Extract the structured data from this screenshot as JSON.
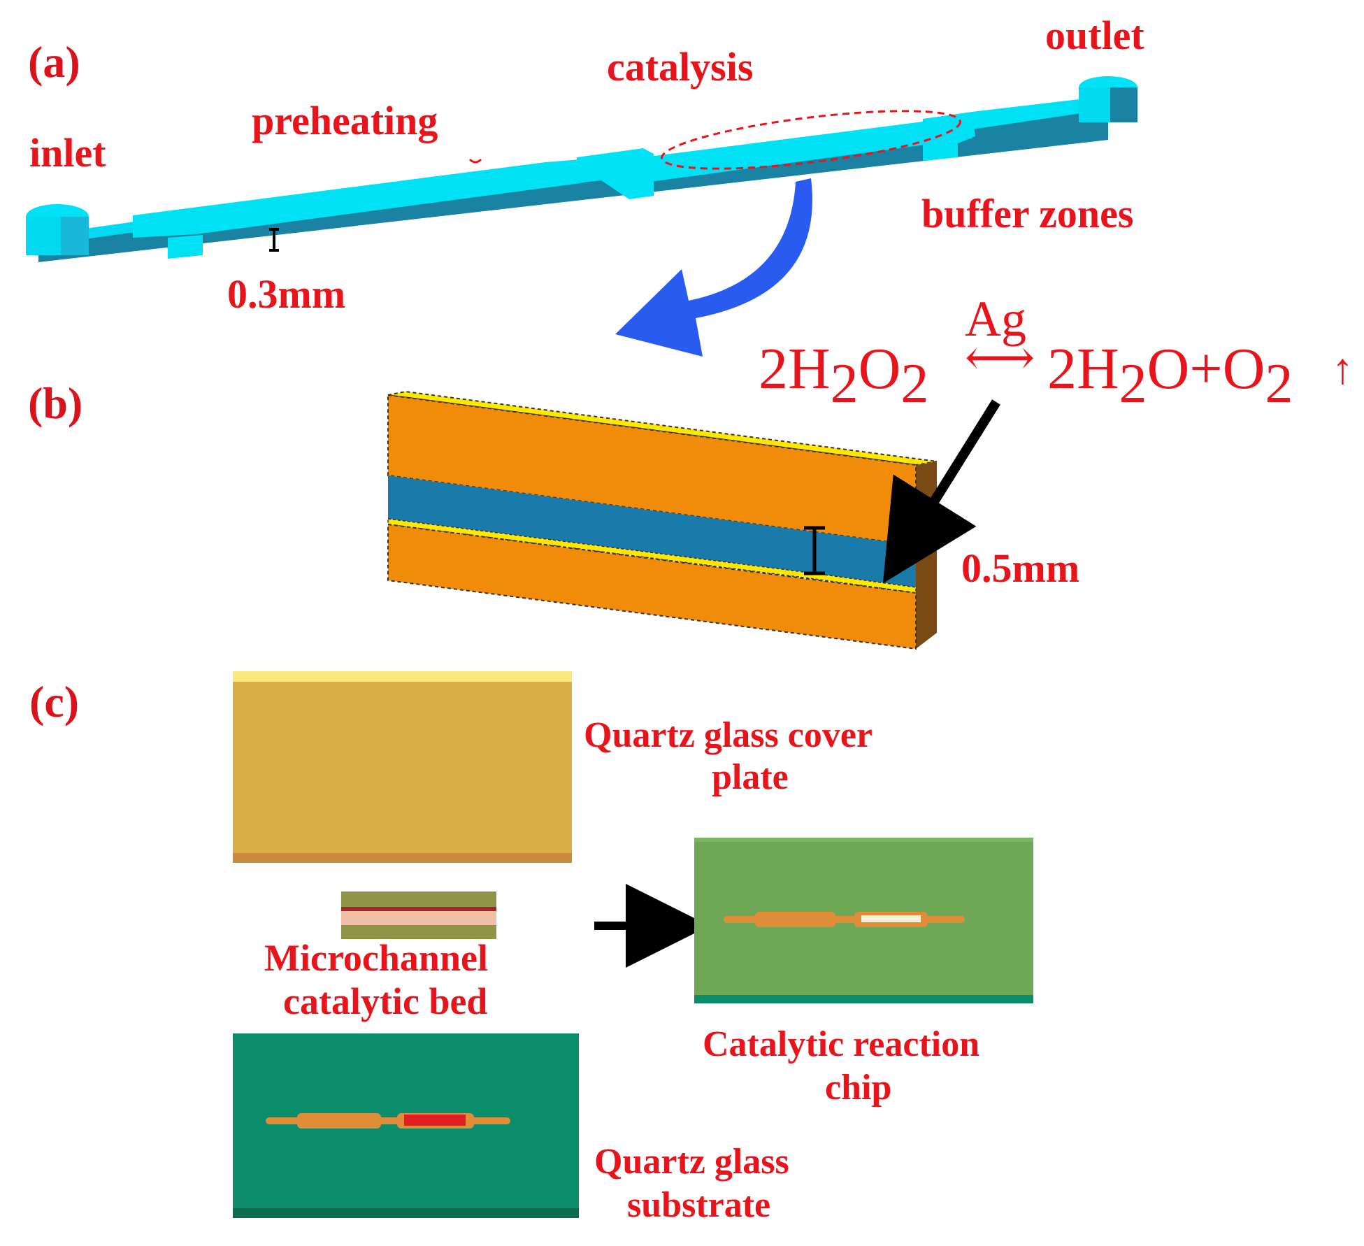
{
  "panels": {
    "a": {
      "tag": "(a)",
      "labels": {
        "inlet": "inlet",
        "preheating": "preheating",
        "catalysis": "catalysis",
        "outlet": "outlet",
        "buffer": "buffer zones",
        "depth": "0.3mm"
      }
    },
    "b": {
      "tag": "(b)",
      "depth": "0.5mm",
      "equation": {
        "catalyst": "Ag",
        "reactant_coef": "2H",
        "reactant_sub1": "2",
        "reactant_o": "O",
        "reactant_sub2": "2",
        "arrow": "⟷",
        "product_1": "2H",
        "product_1_sub": "2",
        "product_2": "O+O",
        "product_2_sub": "2",
        "gas": "↑"
      }
    },
    "c": {
      "tag": "(c)",
      "cover_line1": "Quartz glass cover",
      "cover_line2": "plate",
      "bed_line1": "Microchannel",
      "bed_line2": "catalytic bed",
      "chip_line1": "Catalytic reaction",
      "chip_line2": "chip",
      "substrate_line1": "Quartz glass",
      "substrate_line2": "substrate"
    }
  },
  "colors": {
    "label_red": "#e8141b",
    "channel_cyan": "#00e1f5",
    "channel_side": "#1a83a4",
    "block_orange": "#f08c0a",
    "block_yellow": "#ffe800",
    "bed_blue": "#1a7aaa",
    "arrow_blue": "#2a5bf0",
    "cover_gold": "#d9ae45",
    "chip_green": "#6ea857",
    "substrate_green": "#0b8c6a"
  }
}
